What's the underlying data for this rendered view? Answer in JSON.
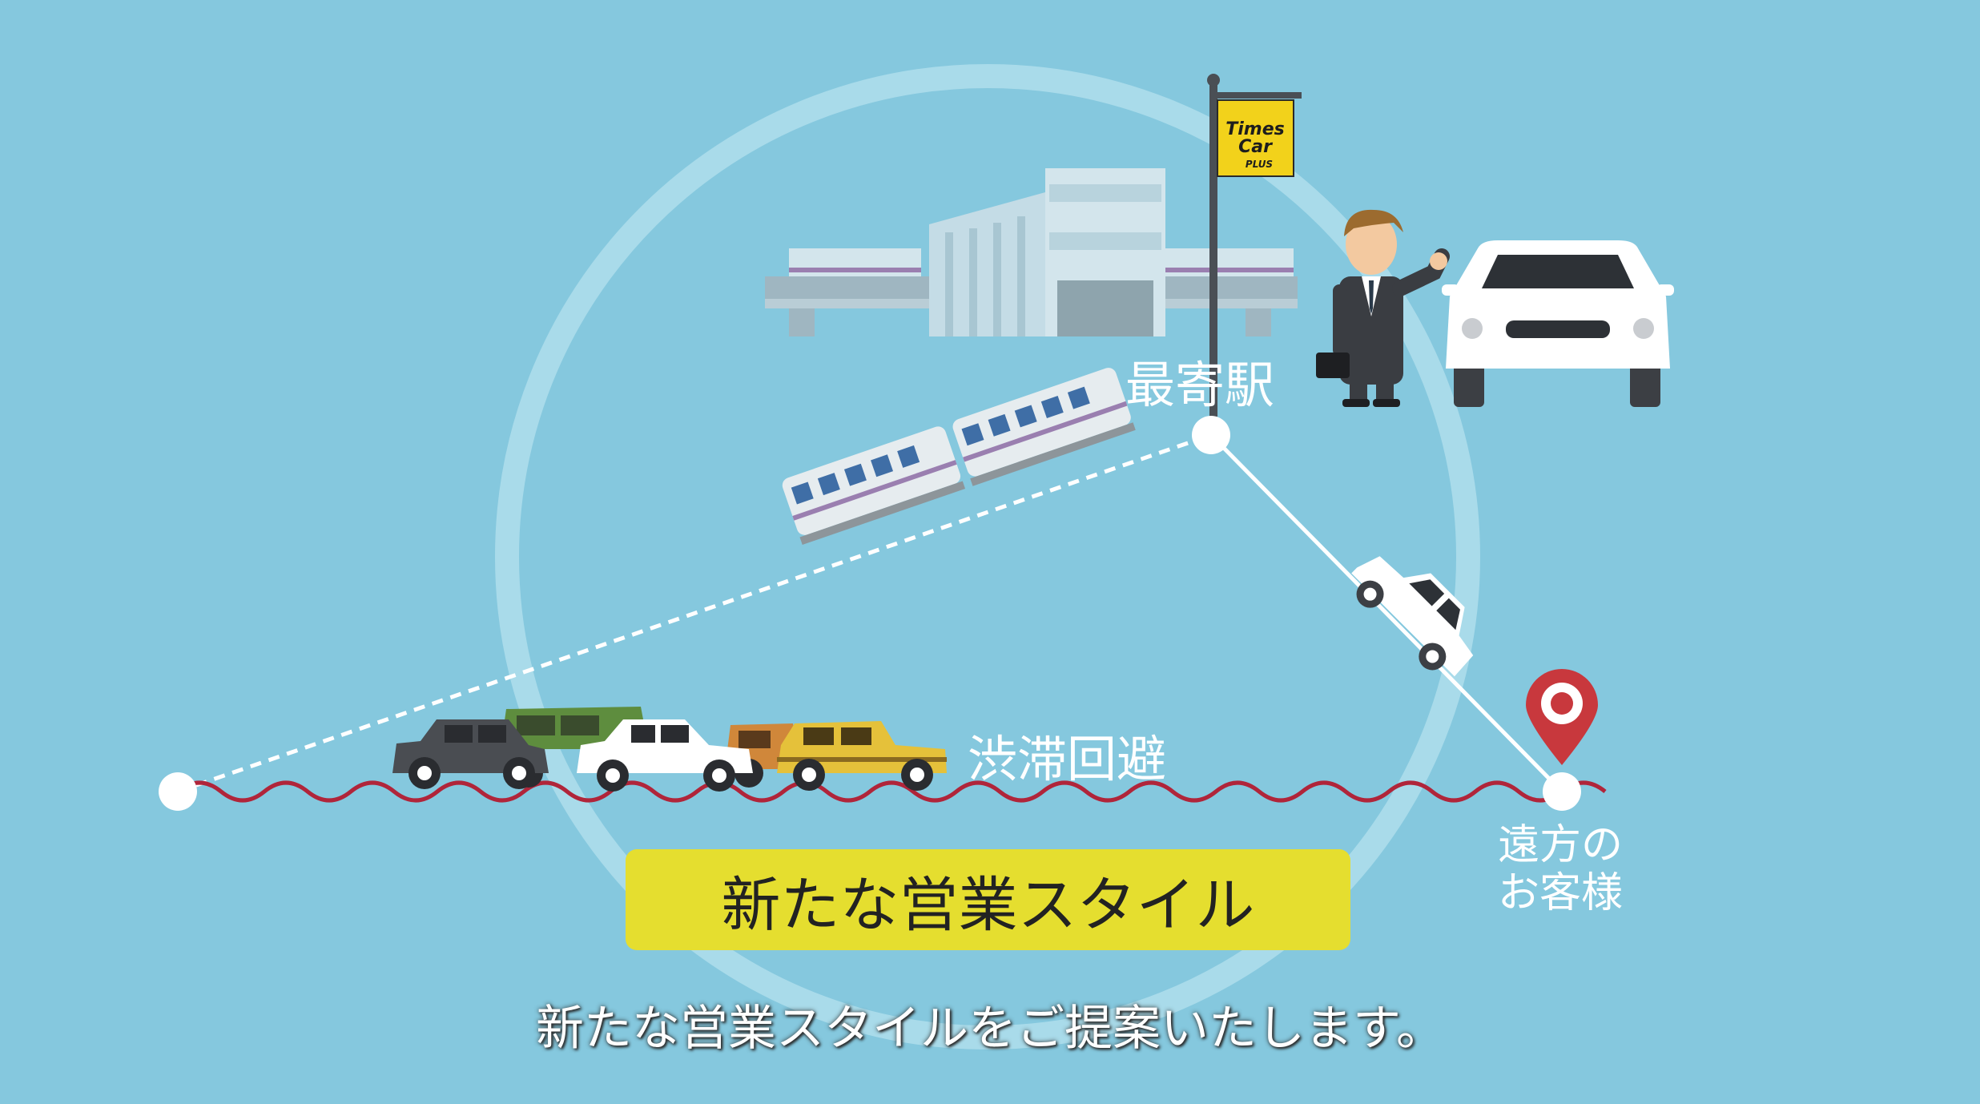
{
  "labels": {
    "station": "最寄駅",
    "traffic_jam": "渋滞回避",
    "destination_line1": "遠方の",
    "destination_line2": "お客様"
  },
  "sign": {
    "line1": "Times",
    "line2": "Car",
    "line3": "PLUS"
  },
  "title": "新たな営業スタイル",
  "subtitle": "新たな営業スタイルをご提案いたします。",
  "colors": {
    "background": "#85c8de",
    "title_box": "#e5de2f",
    "route_wave": "#b0253a",
    "pin": "#c8383d",
    "sign": "#f2d21b"
  }
}
